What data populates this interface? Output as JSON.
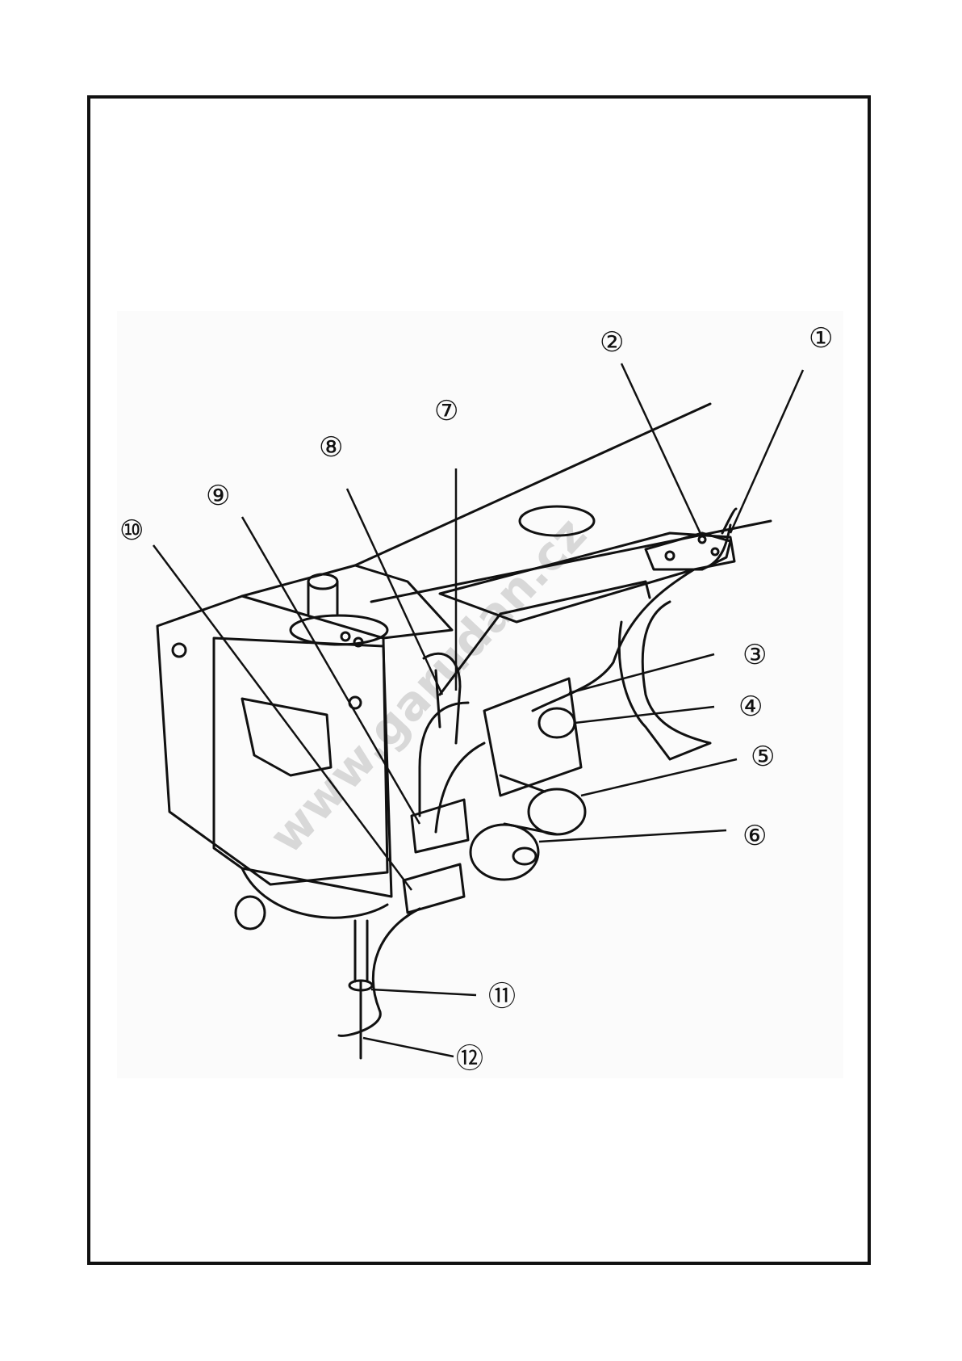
{
  "figure": {
    "watermark": "www.garudan.cz",
    "callouts": [
      {
        "id": "1",
        "label": "①"
      },
      {
        "id": "2",
        "label": "②"
      },
      {
        "id": "3",
        "label": "③"
      },
      {
        "id": "4",
        "label": "④"
      },
      {
        "id": "5",
        "label": "⑤"
      },
      {
        "id": "6",
        "label": "⑥"
      },
      {
        "id": "7",
        "label": "⑦"
      },
      {
        "id": "8",
        "label": "⑧"
      },
      {
        "id": "9",
        "label": "⑨"
      },
      {
        "id": "10",
        "label": "⑩"
      },
      {
        "id": "11",
        "label": "⑪"
      },
      {
        "id": "12",
        "label": "⑫"
      }
    ]
  },
  "colors": {
    "line": "#111111",
    "watermark": "#d8d8d8",
    "background": "#ffffff"
  }
}
